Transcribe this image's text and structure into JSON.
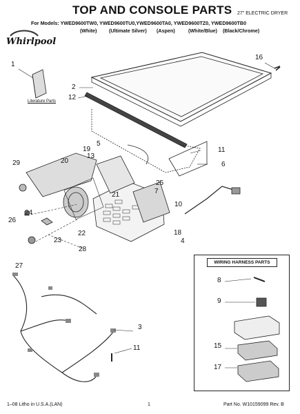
{
  "header": {
    "title": "TOP AND CONSOLE PARTS",
    "dryer_type": "27\" ELECTRIC DRYER",
    "models_line": "For Models: YWED9600TW0, YWED9600TU0,YWED9600TA0, YWED9600TZ0, YWED9600TB0",
    "colors": [
      "(White)",
      "(Ultimate Silver)",
      "(Aspen)",
      "(White/Blue)",
      "(Black/Chrome)"
    ]
  },
  "logo": {
    "text": "Whirlpool"
  },
  "literature_label": "Literature Parts",
  "harness_title": "WIRING HARNESS PARTS",
  "callouts": {
    "c1": "1",
    "c2": "2",
    "c3": "3",
    "c4": "4",
    "c5": "5",
    "c6": "6",
    "c7": "7",
    "c8": "8",
    "c9": "9",
    "c10": "10",
    "c11a": "11",
    "c11b": "11",
    "c12": "12",
    "c13": "13",
    "c15": "15",
    "c16": "16",
    "c17": "17",
    "c18": "18",
    "c19": "19",
    "c20": "20",
    "c21": "21",
    "c22": "22",
    "c23": "23",
    "c24": "24",
    "c25": "25",
    "c26": "26",
    "c27": "27",
    "c28": "28",
    "c29": "29"
  },
  "footer": {
    "left": "1–08 Litho in U.S.A.(LAN)",
    "page": "1",
    "right": "Part No. W10159099 Rev. B"
  }
}
